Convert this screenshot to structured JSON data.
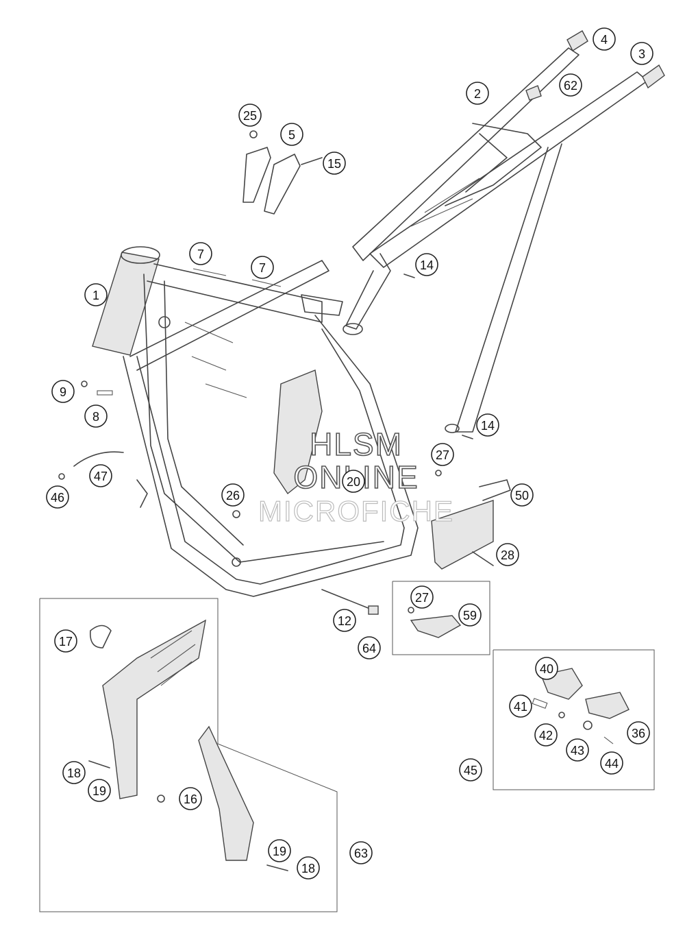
{
  "diagram": {
    "watermark": {
      "line1": "HLSM",
      "line2": "ONLINE",
      "line3": "MICROFICHE"
    },
    "callouts": [
      "1",
      "2",
      "3",
      "4",
      "5",
      "7",
      "7",
      "8",
      "9",
      "12",
      "14",
      "14",
      "15",
      "16",
      "17",
      "18",
      "18",
      "19",
      "19",
      "20",
      "25",
      "26",
      "27",
      "27",
      "28",
      "36",
      "40",
      "41",
      "42",
      "43",
      "44",
      "45",
      "46",
      "47",
      "50",
      "59",
      "62",
      "63",
      "64"
    ]
  }
}
